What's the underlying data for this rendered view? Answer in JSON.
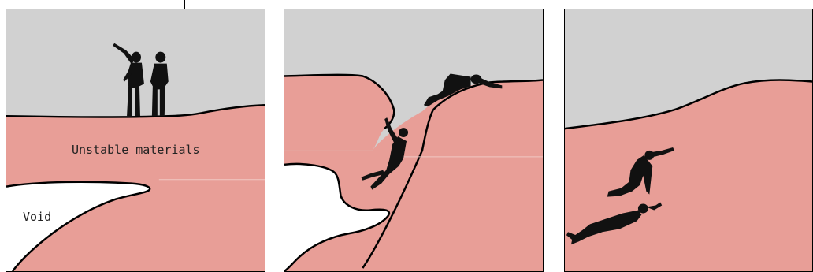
{
  "labels": {
    "unstable_materials": "Unstable materials",
    "void": "Void"
  },
  "colors": {
    "sky": "#d1d1d1",
    "unstable_ground": "#e89e97",
    "void": "#ffffff",
    "outline": "#000000",
    "figure": "#111111"
  },
  "panels": [
    {
      "step": 1,
      "scene": "two people standing on surface above hidden void"
    },
    {
      "step": 2,
      "scene": "ground collapses, people sliding into void"
    },
    {
      "step": 3,
      "scene": "people buried in unstable materials"
    }
  ]
}
